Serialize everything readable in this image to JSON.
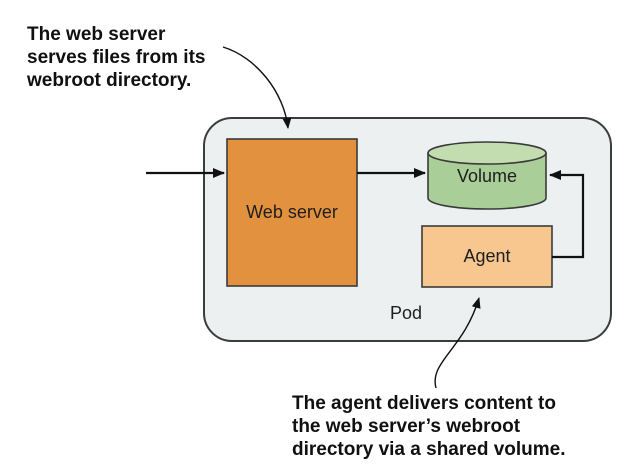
{
  "figure": {
    "background": "#ffffff"
  },
  "annotations": {
    "top": {
      "lines": [
        "The web server",
        "serves files from its",
        "webroot directory."
      ]
    },
    "bottom": {
      "lines": [
        "The agent delivers content to",
        "the web server’s webroot",
        "directory via a shared volume."
      ]
    }
  },
  "pod": {
    "label": "Pod",
    "fill": "#EDF0F1",
    "border": "#3c3c3c"
  },
  "nodes": {
    "web_server": {
      "label": "Web server",
      "fill": "#E2913F"
    },
    "volume": {
      "label": "Volume",
      "body_fill": "#A9CE98",
      "top_fill": "#C4DDB0"
    },
    "agent": {
      "label": "Agent",
      "fill": "#F7C78F"
    }
  },
  "arrows": {
    "color": "#111111"
  }
}
